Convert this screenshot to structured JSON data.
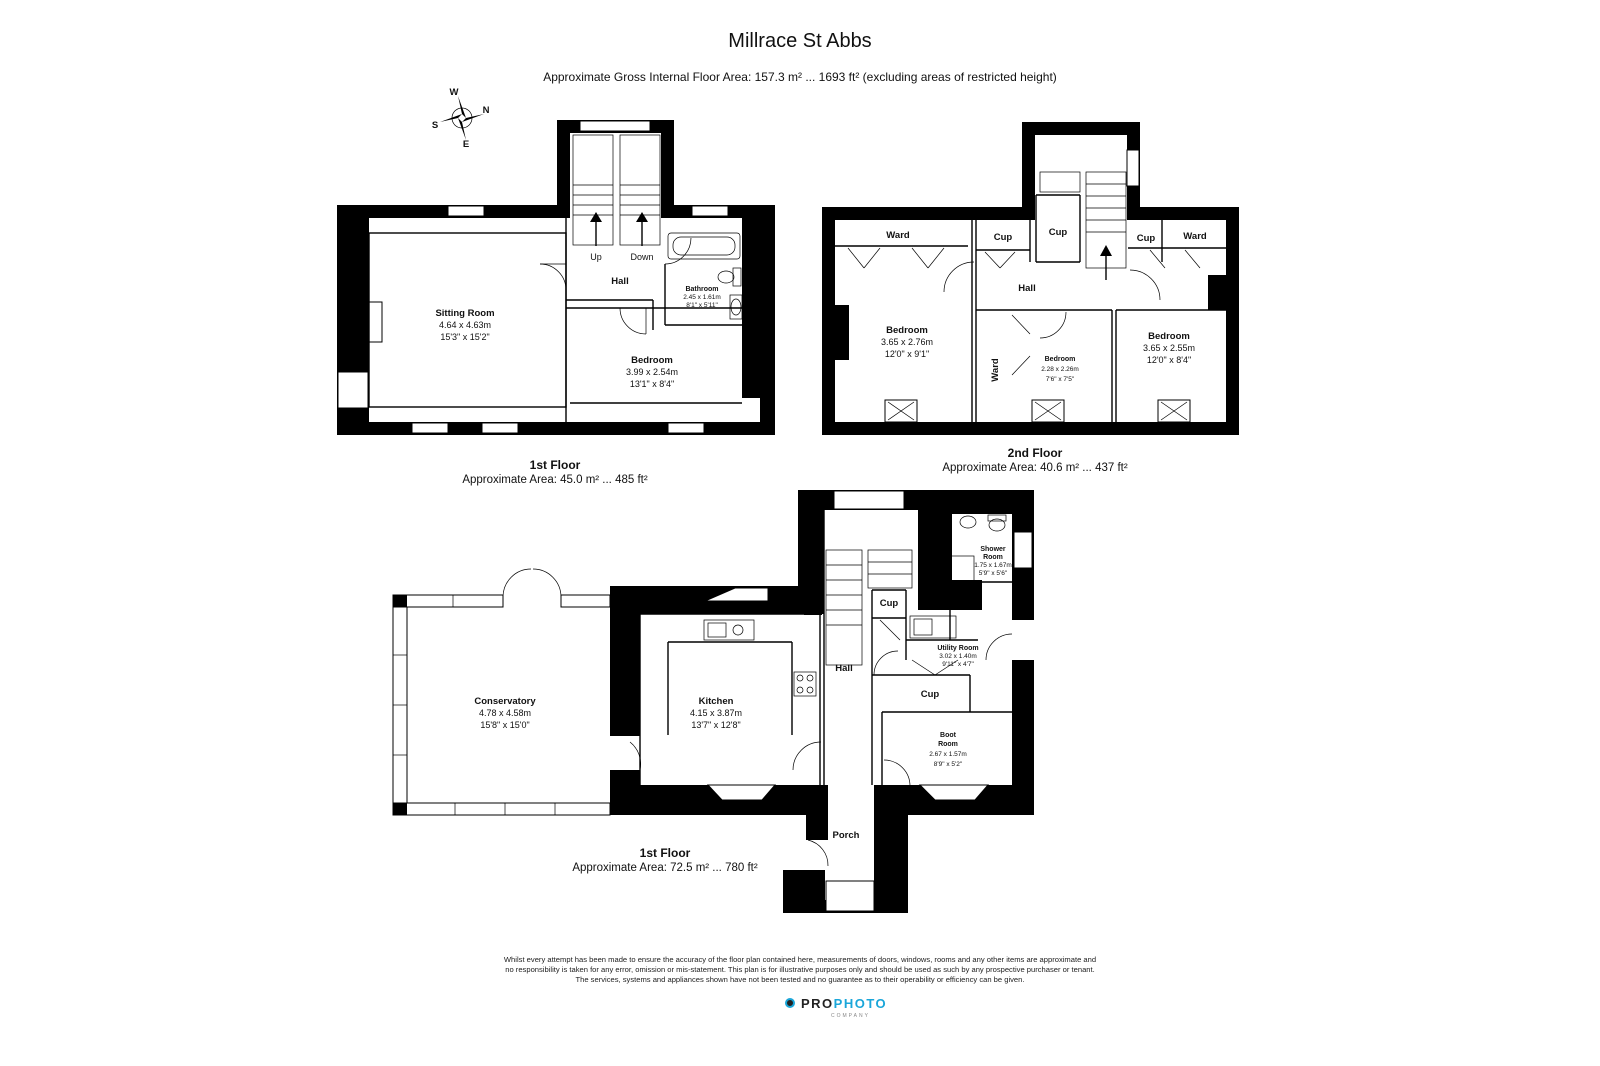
{
  "title": "Millrace St Abbs",
  "subtitle": "Approximate Gross Internal Floor Area: 157.3 m² ... 1693 ft² (excluding areas of restricted height)",
  "compass": {
    "n": "N",
    "s": "S",
    "e": "E",
    "w": "W"
  },
  "floors": {
    "upper1": {
      "name": "1st Floor",
      "area": "Approximate Area: 45.0 m² ... 485 ft²",
      "rooms": {
        "sitting": {
          "name": "Sitting Room",
          "m": "4.64 x 4.63m",
          "ft": "15'3\" x 15'2\""
        },
        "bedroom": {
          "name": "Bedroom",
          "m": "3.99 x 2.54m",
          "ft": "13'1\" x 8'4\""
        },
        "bathroom": {
          "name": "Bathroom",
          "m": "2.45 x 1.61m",
          "ft": "8'1\" x 5'11\""
        },
        "hall": "Hall",
        "up": "Up",
        "down": "Down"
      }
    },
    "second": {
      "name": "2nd Floor",
      "area": "Approximate Area: 40.6 m² ... 437 ft²",
      "rooms": {
        "bedroom1": {
          "name": "Bedroom",
          "m": "3.65 x 2.76m",
          "ft": "12'0\" x 9'1\""
        },
        "bedroom2": {
          "name": "Bedroom",
          "m": "2.28 x 2.26m",
          "ft": "7'6\" x 7'5\""
        },
        "bedroom3": {
          "name": "Bedroom",
          "m": "3.65 x 2.55m",
          "ft": "12'0\" x 8'4\""
        },
        "ward1": "Ward",
        "ward2": "Ward",
        "ward3": "Ward",
        "cup1": "Cup",
        "cup2": "Cup",
        "cup3": "Cup",
        "hall": "Hall"
      }
    },
    "ground": {
      "name": "1st Floor",
      "area": "Approximate Area: 72.5 m² ... 780 ft²",
      "rooms": {
        "conservatory": {
          "name": "Conservatory",
          "m": "4.78 x 4.58m",
          "ft": "15'8\" x 15'0\""
        },
        "kitchen": {
          "name": "Kitchen",
          "m": "4.15 x 3.87m",
          "ft": "13'7\" x 12'8\""
        },
        "shower": {
          "name1": "Shower",
          "name2": "Room",
          "m": "1.75 x 1.67m",
          "ft": "5'9\" x 5'6\""
        },
        "utility": {
          "name": "Utility Room",
          "m": "3.02 x 1.40m",
          "ft": "9'11\" x 4'7\""
        },
        "boot": {
          "name1": "Boot",
          "name2": "Room",
          "m": "2.67 x 1.57m",
          "ft": "8'9\" x 5'2\""
        },
        "hall": "Hall",
        "porch": "Porch",
        "cup1": "Cup",
        "cup2": "Cup"
      }
    }
  },
  "disclaimer": {
    "line1": "Whilst every attempt has been made to ensure the accuracy of the floor plan contained here, measurements of doors, windows, rooms and any other items are approximate and",
    "line2": "no responsibility is taken for any error, omission or mis-statement. This plan is for illustrative purposes only and should be used as such by any prospective purchaser or tenant.",
    "line3": "The services, systems and appliances shown have not been tested and no guarantee as to their operability or efficiency can be given."
  },
  "brand": {
    "word_a": "PRO",
    "word_b": "PHOTO",
    "sub": "COMPANY"
  }
}
